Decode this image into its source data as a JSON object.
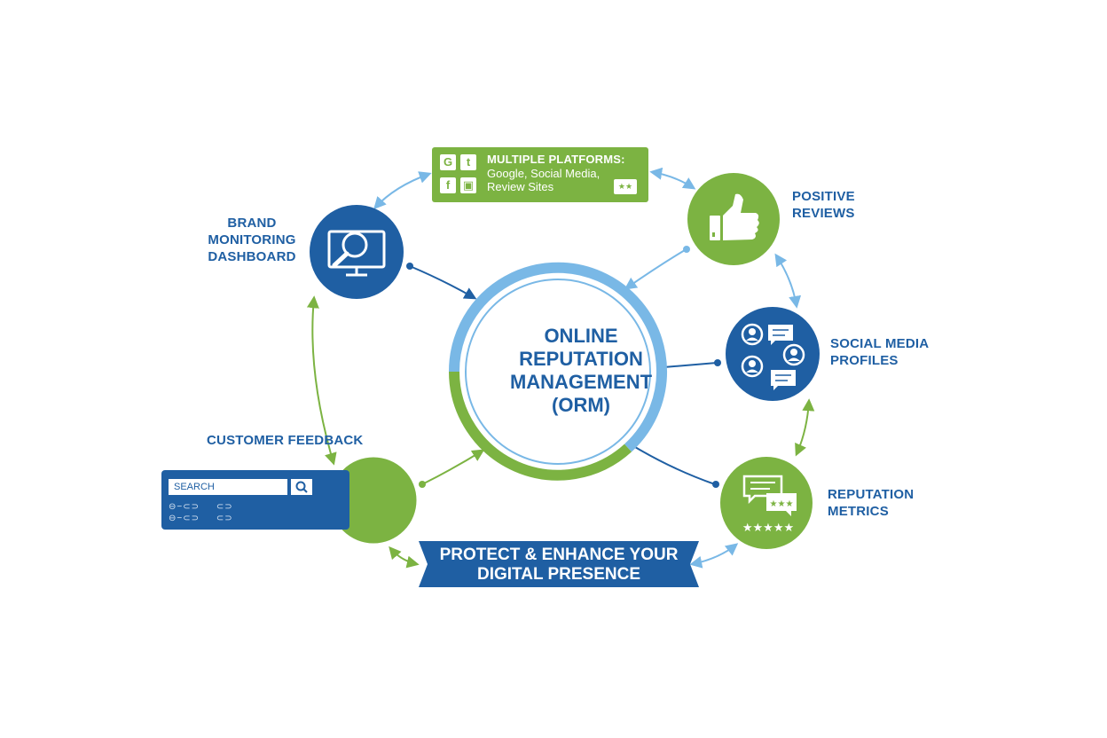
{
  "core": {
    "title": "ONLINE REPUTATION MANAGEMENT (ORM)"
  },
  "platforms": {
    "title": "MULTIPLE PLATFORMS:",
    "subtitle": "Google, Social Media, Review Sites",
    "icons": [
      "google-icon",
      "twitter-icon",
      "facebook-icon",
      "lock-icon"
    ]
  },
  "nodes": {
    "brand_monitoring": {
      "label": "BRAND MONITORING DASHBOARD",
      "icon": "monitor-magnifier-icon"
    },
    "positive_reviews": {
      "label": "POSITIVE REVIEWS",
      "icon": "thumbs-up-icon"
    },
    "social_media": {
      "label": "SOCIAL MEDIA PROFILES",
      "icon": "people-chat-icon"
    },
    "reputation_metrics": {
      "label": "REPUTATION METRICS",
      "icon": "review-stars-icon"
    },
    "customer_feedback": {
      "label": "CUSTOMER FEEDBACK"
    }
  },
  "search": {
    "placeholder": "SEARCH"
  },
  "banner": {
    "text": "PROTECT & ENHANCE YOUR DIGITAL PRESENCE"
  },
  "colors": {
    "blue": "#1f5fa3",
    "green": "#7cb342",
    "light_blue": "#79b8e6"
  }
}
